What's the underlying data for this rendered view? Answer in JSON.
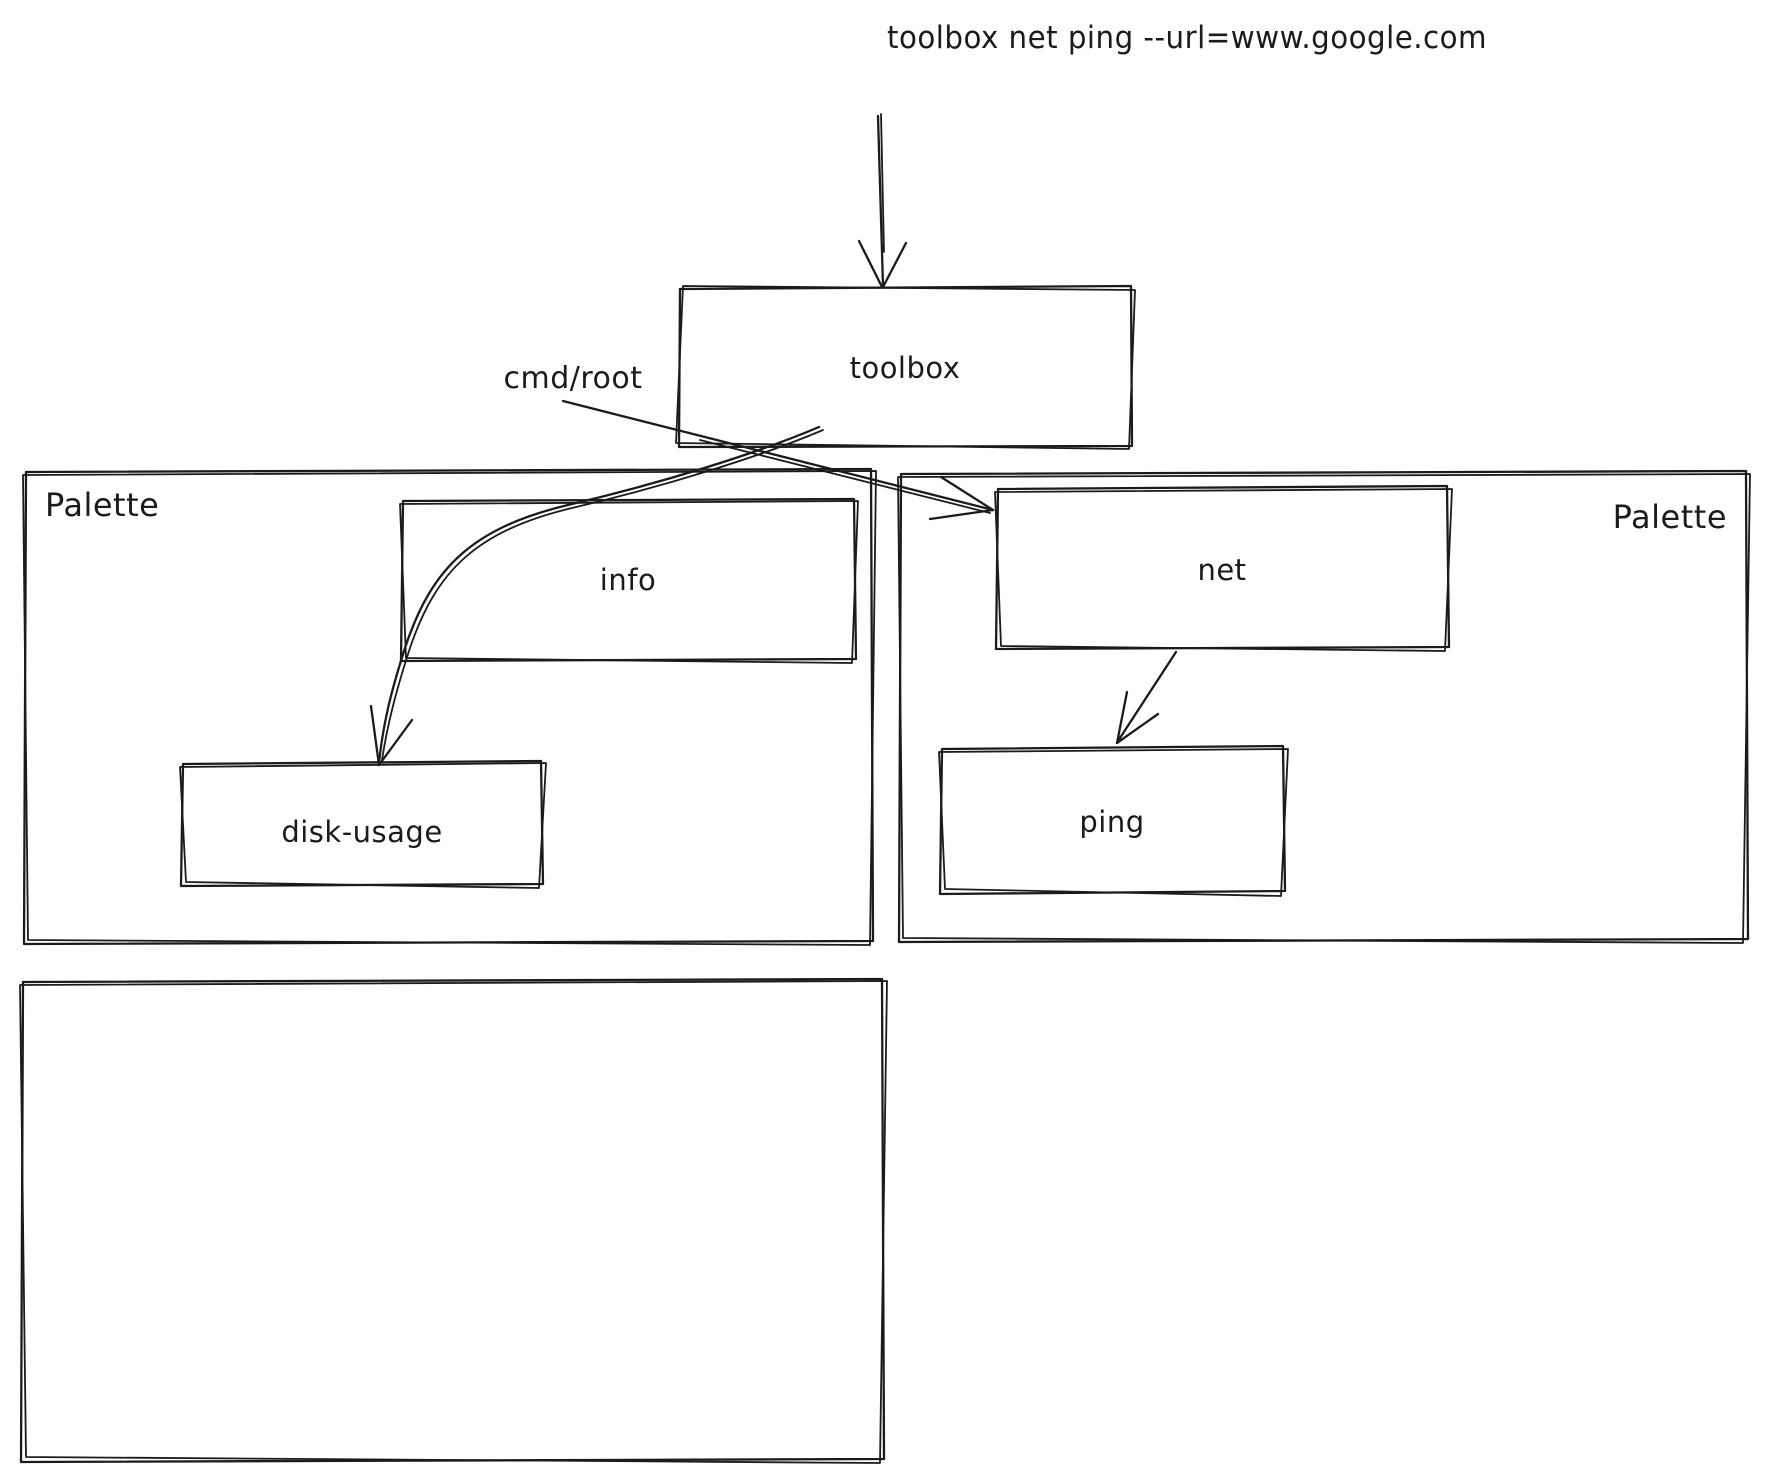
{
  "command_text": "toolbox net ping --url=www.google.com",
  "diagram": {
    "nodes": {
      "toolbox": {
        "label": "toolbox"
      },
      "info": {
        "label": "info"
      },
      "disk_usage": {
        "label": "disk-usage"
      },
      "net": {
        "label": "net"
      },
      "ping": {
        "label": "ping"
      }
    },
    "containers": {
      "left_palette": {
        "label": "Palette"
      },
      "right_palette": {
        "label": "Palette"
      },
      "bottom_box": {
        "label": ""
      }
    },
    "edges": {
      "cmd_root": {
        "label": "cmd/root"
      }
    }
  },
  "colors": {
    "stroke": "#1b1b1b",
    "background": "#ffffff"
  }
}
